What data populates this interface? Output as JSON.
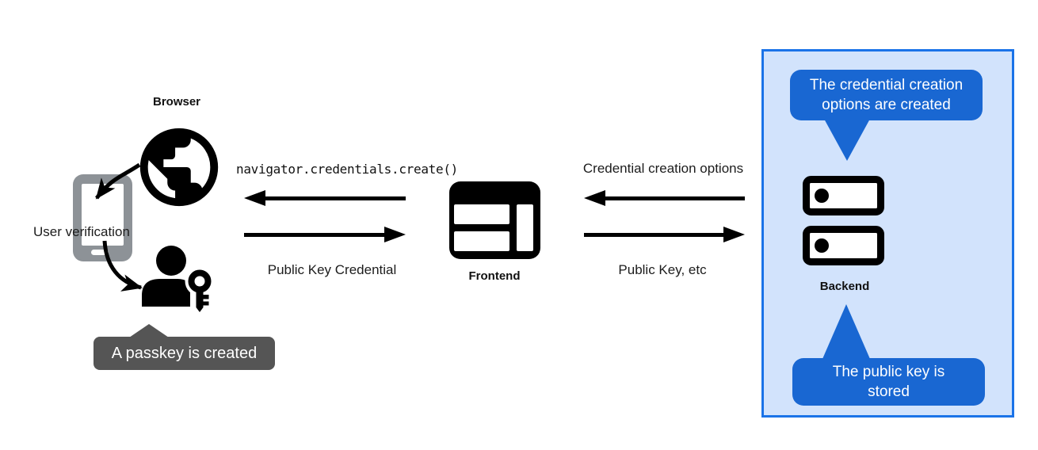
{
  "diagram": {
    "left": {
      "browser_label": "Browser",
      "user_verification_label": "User verification",
      "passkey_callout": "A passkey is created"
    },
    "frontend": {
      "label": "Frontend",
      "call_label": "navigator.credentials.create()",
      "return_label": "Public Key Credential"
    },
    "backend": {
      "label": "Backend",
      "request_label": "Credential creation options",
      "response_label": "Public Key, etc",
      "top_callout": "The credential creation options are created",
      "bottom_callout": "The public key is stored"
    },
    "icons": {
      "globe": "globe-icon",
      "smartphone": "smartphone-icon",
      "user_with_key": "user-with-key-icon",
      "browser_window": "browser-window-icon",
      "server_stack": "server-stack-icon"
    },
    "colors": {
      "callout_blue": "#1967d2",
      "backend_box_border": "#1a73e8",
      "backend_box_fill": "#d2e3fc",
      "passkey_callout_gray": "#555555",
      "phone_gray": "#8d9297",
      "arrow_color": "#000000"
    }
  }
}
